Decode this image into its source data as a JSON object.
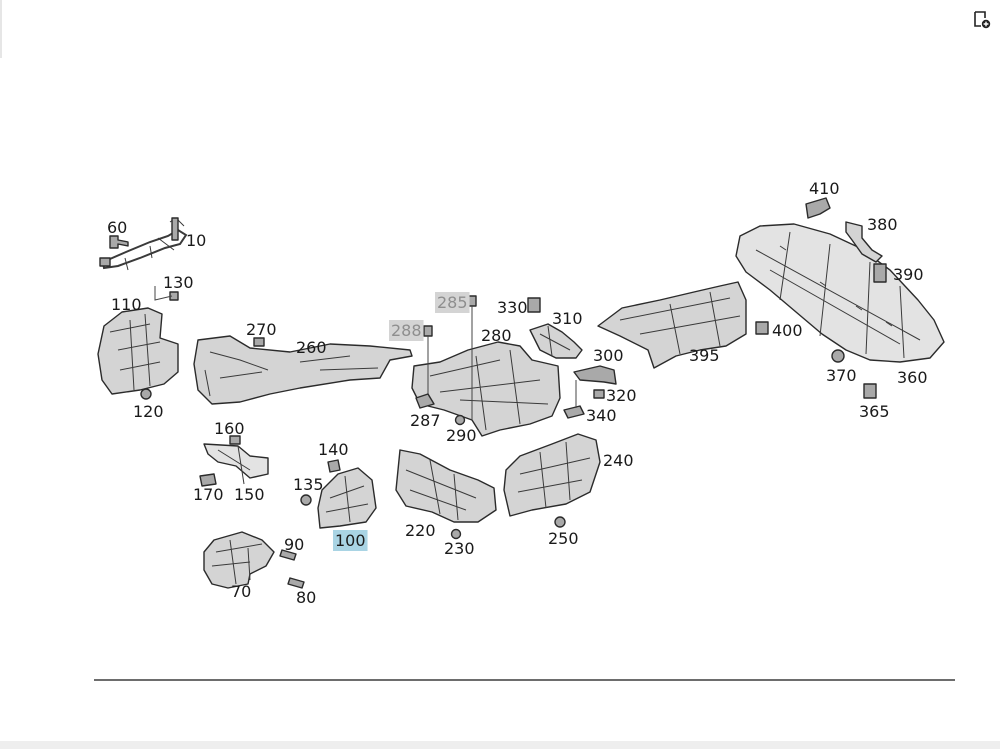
{
  "toolbar": {
    "add_note_icon": "note-add-icon"
  },
  "diagram": {
    "callouts": [
      {
        "id": "10",
        "label": "10",
        "state": "normal"
      },
      {
        "id": "60",
        "label": "60",
        "state": "normal"
      },
      {
        "id": "70",
        "label": "70",
        "state": "normal"
      },
      {
        "id": "80",
        "label": "80",
        "state": "normal"
      },
      {
        "id": "90",
        "label": "90",
        "state": "normal"
      },
      {
        "id": "100",
        "label": "100",
        "state": "selected"
      },
      {
        "id": "110",
        "label": "110",
        "state": "normal"
      },
      {
        "id": "120",
        "label": "120",
        "state": "normal"
      },
      {
        "id": "130",
        "label": "130",
        "state": "normal"
      },
      {
        "id": "135",
        "label": "135",
        "state": "normal"
      },
      {
        "id": "140",
        "label": "140",
        "state": "normal"
      },
      {
        "id": "150",
        "label": "150",
        "state": "normal"
      },
      {
        "id": "160",
        "label": "160",
        "state": "normal"
      },
      {
        "id": "170",
        "label": "170",
        "state": "normal"
      },
      {
        "id": "220",
        "label": "220",
        "state": "normal"
      },
      {
        "id": "230",
        "label": "230",
        "state": "normal"
      },
      {
        "id": "240",
        "label": "240",
        "state": "normal"
      },
      {
        "id": "250",
        "label": "250",
        "state": "normal"
      },
      {
        "id": "260",
        "label": "260",
        "state": "normal"
      },
      {
        "id": "270",
        "label": "270",
        "state": "normal"
      },
      {
        "id": "280",
        "label": "280",
        "state": "normal"
      },
      {
        "id": "285",
        "label": "285",
        "state": "unavailable"
      },
      {
        "id": "287",
        "label": "287",
        "state": "normal"
      },
      {
        "id": "288",
        "label": "288",
        "state": "unavailable"
      },
      {
        "id": "290",
        "label": "290",
        "state": "normal"
      },
      {
        "id": "300",
        "label": "300",
        "state": "normal"
      },
      {
        "id": "310",
        "label": "310",
        "state": "normal"
      },
      {
        "id": "320",
        "label": "320",
        "state": "normal"
      },
      {
        "id": "330",
        "label": "330",
        "state": "normal"
      },
      {
        "id": "340",
        "label": "340",
        "state": "normal"
      },
      {
        "id": "360",
        "label": "360",
        "state": "normal"
      },
      {
        "id": "365",
        "label": "365",
        "state": "normal"
      },
      {
        "id": "370",
        "label": "370",
        "state": "normal"
      },
      {
        "id": "380",
        "label": "380",
        "state": "normal"
      },
      {
        "id": "390",
        "label": "390",
        "state": "normal"
      },
      {
        "id": "395",
        "label": "395",
        "state": "normal"
      },
      {
        "id": "400",
        "label": "400",
        "state": "normal"
      },
      {
        "id": "410",
        "label": "410",
        "state": "normal"
      }
    ],
    "colors": {
      "selected": "#a9d4e4",
      "unavailable": "#d4d4d4"
    }
  }
}
